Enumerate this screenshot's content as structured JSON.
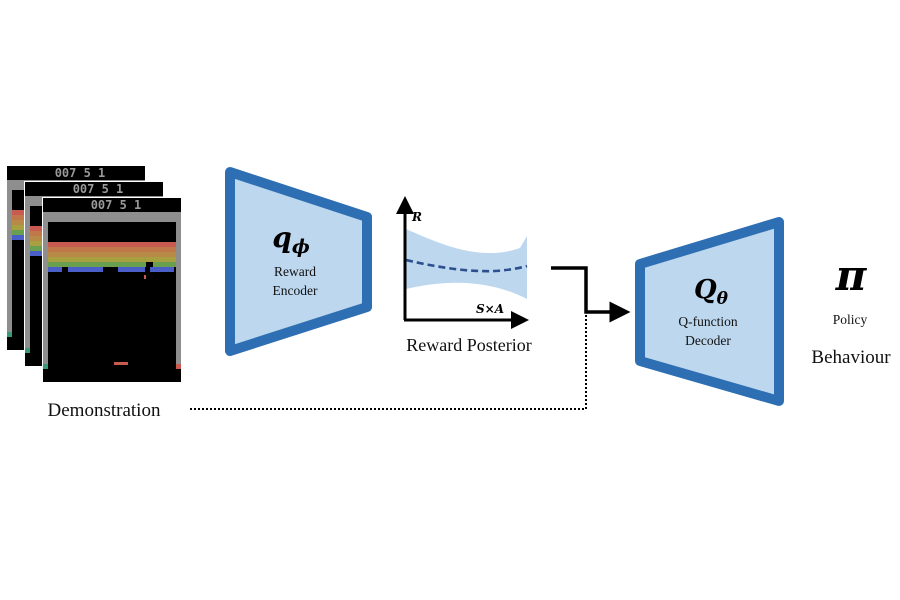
{
  "figure": {
    "demonstration": {
      "label": "Demonstration",
      "frames": [
        {
          "score": "007",
          "lives": "5",
          "player": "1"
        },
        {
          "score": "007",
          "lives": "5",
          "player": "1"
        },
        {
          "score": "007",
          "lives": "5",
          "player": "1"
        }
      ],
      "brick_colors": [
        "#c85a50",
        "#c0784a",
        "#b88a48",
        "#a8a040",
        "#68a050",
        "#4a5ec8"
      ]
    },
    "encoder": {
      "symbol": "q",
      "subscript": "ϕ",
      "line1": "Reward",
      "line2": "Encoder"
    },
    "posterior": {
      "label": "Reward Posterior",
      "y_axis_label": "R",
      "x_axis_label": "S×A"
    },
    "decoder": {
      "symbol": "Q",
      "subscript": "θ",
      "line1": "Q-function",
      "line2": "Decoder"
    },
    "policy": {
      "symbol": "π",
      "label": "Policy",
      "caption": "Behaviour"
    },
    "colors": {
      "block_stroke": "#2e6fb3",
      "block_fill": "#bdd7ee",
      "band_fill": "#bdd7ee",
      "mean_line": "#2b4f8f",
      "frame_gray": "#8e8e8e",
      "arrow": "#000000"
    }
  }
}
